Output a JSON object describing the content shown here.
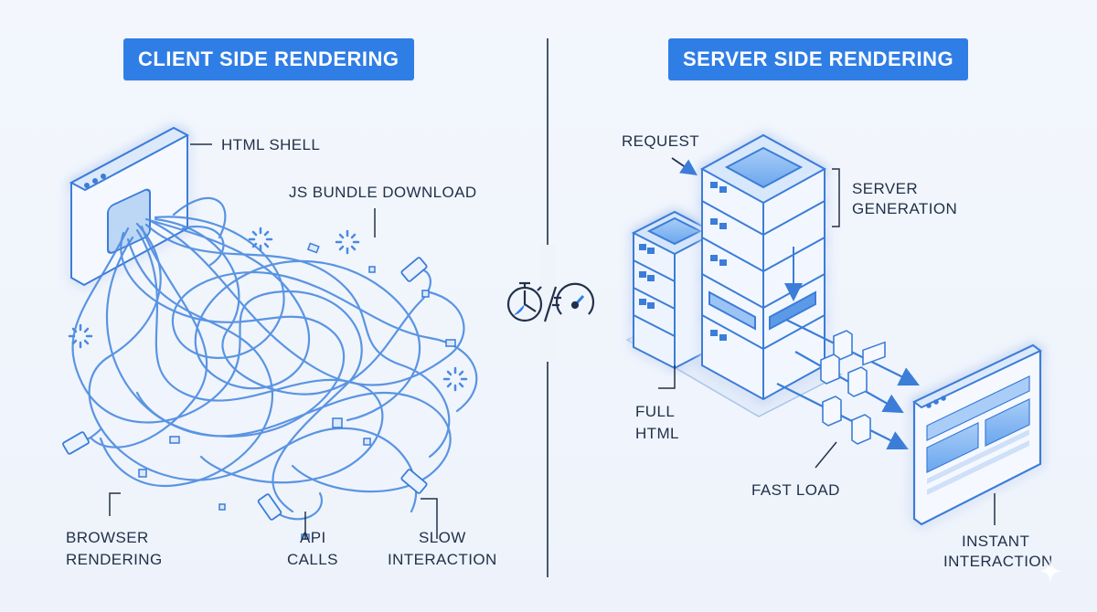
{
  "left": {
    "title": "CLIENT SIDE RENDERING",
    "labels": {
      "html_shell": "HTML SHELL",
      "js_bundle": "JS BUNDLE DOWNLOAD",
      "browser_rendering_1": "BROWSER",
      "browser_rendering_2": "RENDERING",
      "api_calls_1": "API",
      "api_calls_2": "CALLS",
      "slow_interaction": "SLOW INTERACTION"
    }
  },
  "right": {
    "title": "SERVER SIDE RENDERING",
    "labels": {
      "request": "REQUEST",
      "server_generation_1": "SERVER",
      "server_generation_2": "GENERATION",
      "full_html_1": "FULL",
      "full_html_2": "HTML",
      "fast_load": "FAST LOAD",
      "instant_interaction_1": "INSTANT",
      "instant_interaction_2": "INTERACTION"
    }
  },
  "center": {
    "icons": [
      "stopwatch-icon",
      "speedometer-icon"
    ]
  },
  "colors": {
    "accent": "#2f7ee6",
    "line": "#3b7dd8",
    "ink": "#22314a",
    "bg": "#eff4fb"
  }
}
